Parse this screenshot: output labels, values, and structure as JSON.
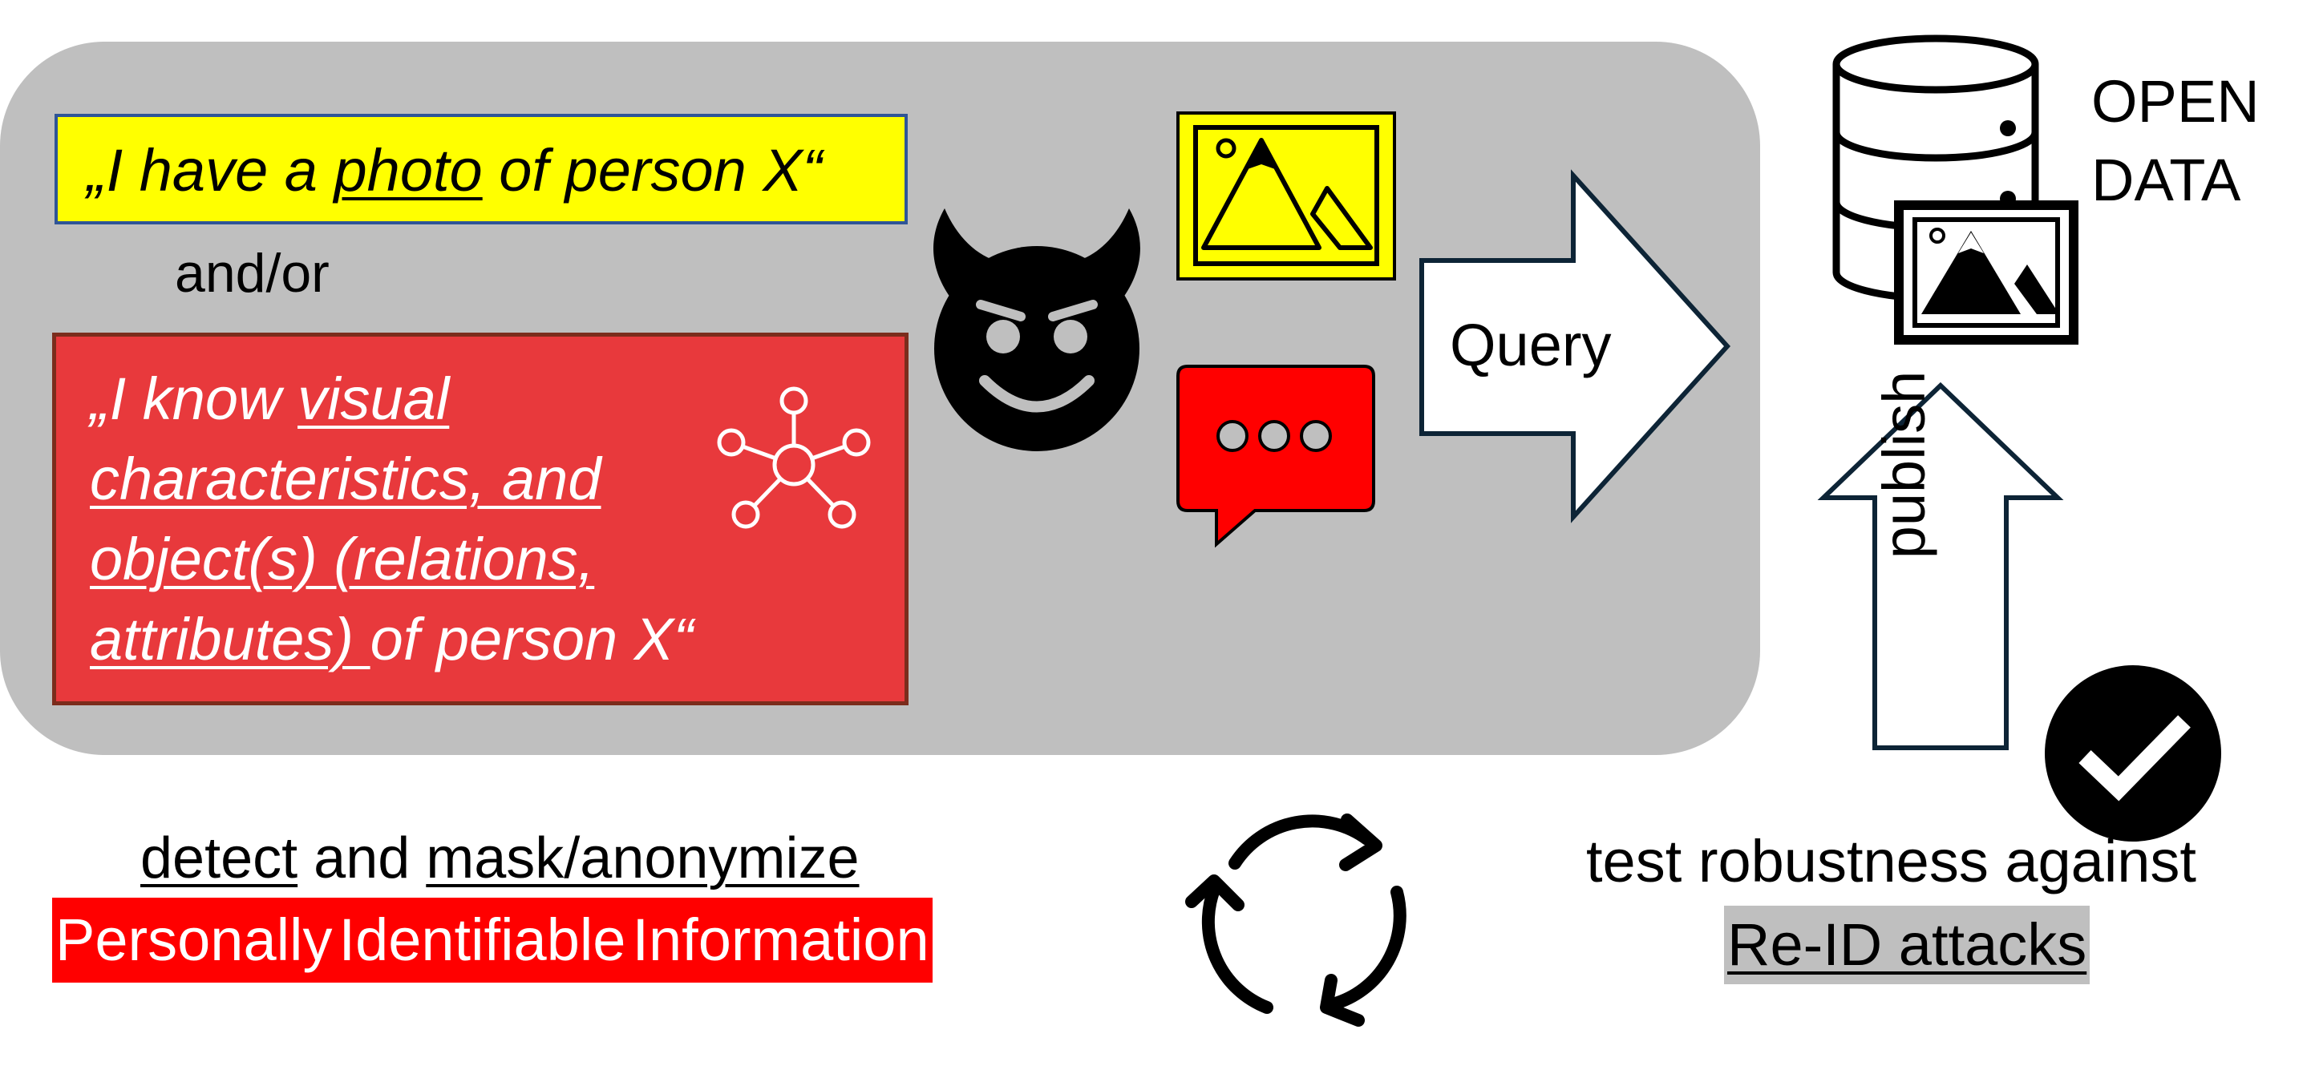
{
  "attacker_knowledge": {
    "photo_statement": {
      "prefix": "„I have a ",
      "link_word": "photo",
      "suffix": " of person X“"
    },
    "connector": "and/or",
    "visual_statement": {
      "lines": [
        {
          "plain": "„I know ",
          "underlined": "visual",
          "rest": ""
        },
        {
          "plain": "",
          "underlined": "characteristics, and",
          "rest": ""
        },
        {
          "plain": "",
          "underlined": "object(s) (relations,",
          "rest": ""
        },
        {
          "plain": "",
          "underlined": "attributes) ",
          "rest": "of person X“"
        }
      ]
    }
  },
  "query_label": "Query",
  "open_data_label": {
    "line1": "OPEN",
    "line2": "DATA"
  },
  "publish_label": "publish",
  "pii": {
    "line1": {
      "detect": "detect",
      "and": " and ",
      "mask": "mask/anonymize"
    },
    "line2_words": [
      "Personally",
      "Identifiable",
      "Information"
    ]
  },
  "robustness": {
    "line1": "test robustness against",
    "line2": "Re-ID attacks"
  },
  "icons": [
    "devil-face-icon",
    "image-icon",
    "chat-bubble-icon",
    "graph-network-icon",
    "database-icon",
    "database-image-icon",
    "checkmark-icon",
    "cycle-arrows-icon",
    "right-arrow-icon",
    "up-arrow-icon"
  ],
  "colors": {
    "panel": "#bfbfbf",
    "yellow": "#ffff00",
    "red_box": "#e8393c",
    "pii_red": "#ff0000"
  }
}
